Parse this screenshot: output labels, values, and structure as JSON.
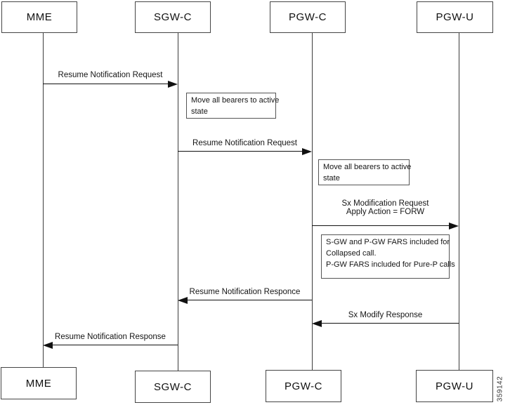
{
  "diagram_type": "sequence-call-flow",
  "actors": [
    {
      "id": "mme",
      "label": "MME"
    },
    {
      "id": "sgw-c",
      "label": "SGW-C"
    },
    {
      "id": "pgw-c",
      "label": "PGW-C"
    },
    {
      "id": "pgw-u",
      "label": "PGW-U"
    }
  ],
  "messages": [
    {
      "from": "MME",
      "to": "SGW-C",
      "direction": "right",
      "label": "Resume Notification Request"
    },
    {
      "from": "SGW-C",
      "to": "PGW-C",
      "direction": "right",
      "label": "Resume Notification Request"
    },
    {
      "from": "PGW-C",
      "to": "PGW-U",
      "direction": "right",
      "label": "Sx Modification Request",
      "label2": "Apply Action = FORW"
    },
    {
      "from": "PGW-C",
      "to": "SGW-C",
      "direction": "left",
      "label": "Resume Notification Responce"
    },
    {
      "from": "PGW-U",
      "to": "PGW-C",
      "direction": "left",
      "label": "Sx Modify Response"
    },
    {
      "from": "SGW-C",
      "to": "MME",
      "direction": "left",
      "label": "Resume Notification Response"
    }
  ],
  "notes": [
    {
      "attached_to": "SGW-C",
      "lines": [
        "Move all bearers to active",
        "state"
      ]
    },
    {
      "attached_to": "PGW-C",
      "lines": [
        "Move all bearers to active",
        "state"
      ]
    },
    {
      "attached_to": "PGW-C",
      "lines": [
        "S-GW and P-GW FARS included for",
        "Collapsed call.",
        "P-GW FARS included for Pure-P calls"
      ]
    }
  ],
  "watermark": "359142"
}
